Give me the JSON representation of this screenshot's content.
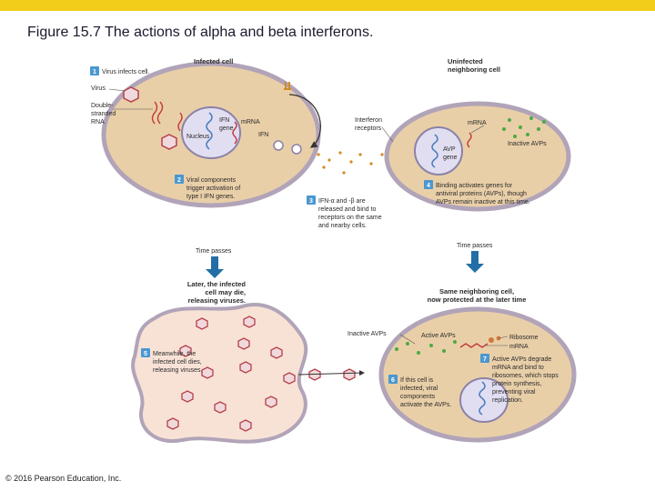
{
  "title": "Figure 15.7  The actions of alpha and beta interferons.",
  "copyright": "© 2016 Pearson Education, Inc.",
  "labels": {
    "infected_cell": "Infected cell",
    "uninfected_line1": "Uninfected",
    "uninfected_line2": "neighboring cell",
    "virus": "Virus",
    "dsrna_line1": "Double-",
    "dsrna_line2": "stranded",
    "dsrna_line3": "RNA",
    "ifn_gene_line1": "IFN",
    "ifn_gene_line2": "gene",
    "nucleus": "Nucleus",
    "mrna_infected": "mRNA",
    "ifn": "IFN",
    "interferon_receptors_line1": "Interferon",
    "interferon_receptors_line2": "receptors",
    "mrna_neighbor": "mRNA",
    "inactive_avps_top": "Inactive AVPs",
    "avp_gene_line1": "AVP",
    "avp_gene_line2": "gene",
    "time_passes_left": "Time passes",
    "time_passes_right": "Time passes",
    "later_line1": "Later, the infected",
    "later_line2": "cell may die,",
    "later_line3": "releasing viruses.",
    "same_line1": "Same neighboring cell,",
    "same_line2": "now protected at the later time",
    "inactive_avps_bottom": "Inactive AVPs",
    "active_avps": "Active AVPs",
    "ribosome": "Ribosome",
    "mrna_bottom": "mRNA"
  },
  "steps": [
    {
      "num": "1",
      "lines": [
        "Virus infects cell."
      ]
    },
    {
      "num": "2",
      "lines": [
        "Viral components",
        "trigger activation of",
        "type I IFN genes."
      ]
    },
    {
      "num": "3",
      "lines": [
        "IFN-α and -β are",
        "released and bind to",
        "receptors on the same",
        "and nearby cells."
      ]
    },
    {
      "num": "4",
      "lines": [
        "Binding activates genes for",
        "antiviral proteins (AVPs), though",
        "AVPs remain inactive at this time."
      ]
    },
    {
      "num": "5",
      "lines": [
        "Meanwhile, the",
        "infected cell dies,",
        "releasing viruses."
      ]
    },
    {
      "num": "6",
      "lines": [
        "If this cell is",
        "infected, viral",
        "components",
        "activate the AVPs."
      ]
    },
    {
      "num": "7",
      "lines": [
        "Active AVPs degrade",
        "mRNA and bind to",
        "ribosomes, which stops",
        "protein synthesis,",
        "preventing viral",
        "replication."
      ]
    }
  ],
  "colors": {
    "accent_bar": "#f2cd1a",
    "cell_fill": "#e9cfa8",
    "cell_border": "#b1a4b8",
    "nucleus_fill": "#e2def2",
    "step_badge": "#4a98d0",
    "arrow_blue": "#236ea6",
    "ifn_orange": "#d48a22",
    "avp_green": "#4fa845",
    "virus_red": "#b5404a"
  }
}
